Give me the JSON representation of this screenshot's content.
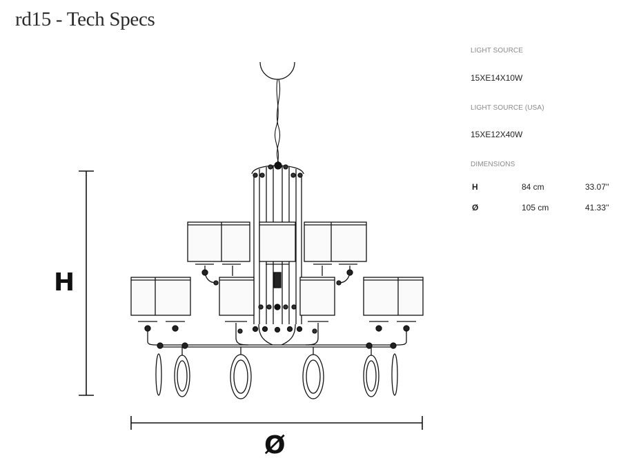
{
  "title": "rd15 - Tech Specs",
  "dimension_labels": {
    "height": "H",
    "diameter": "Ø"
  },
  "specs": {
    "light_source": {
      "label": "LIGHT SOURCE",
      "value": "15XE14X10W"
    },
    "light_source_usa": {
      "label": "LIGHT SOURCE (USA)",
      "value": "15XE12X40W"
    },
    "dimensions": {
      "label": "DIMENSIONS",
      "rows": [
        {
          "symbol": "H",
          "metric": "84 cm",
          "imperial": "33.07''"
        },
        {
          "symbol": "Ø",
          "metric": "105 cm",
          "imperial": "41.33''"
        }
      ]
    }
  },
  "colors": {
    "line": "#111111",
    "shade_fill": "#fafafa",
    "label": "#8a8a8a"
  }
}
